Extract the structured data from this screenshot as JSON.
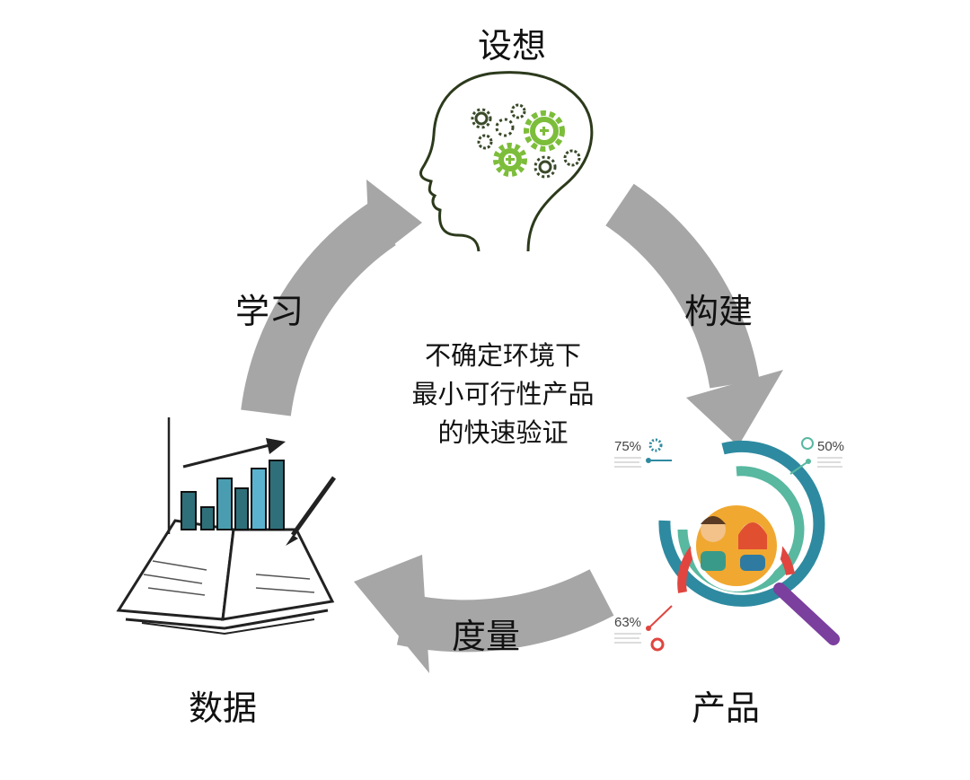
{
  "nodes": {
    "idea": "设想",
    "product": "产品",
    "data": "数据"
  },
  "edges": {
    "build": "构建",
    "measure": "度量",
    "learn": "学习"
  },
  "center": {
    "line1": "不确定环境下",
    "line2": "最小可行性产品",
    "line3": "的快速验证"
  },
  "infographic": {
    "pct_top_left": "75%",
    "pct_top_right": "50%",
    "pct_bottom_left": "63%"
  },
  "colors": {
    "arrow": "#a6a6a6",
    "gear_green": "#7cbd3a",
    "ring_teal": "#2e8aa0",
    "ring_green": "#58b8a0",
    "ring_red": "#e0453f",
    "handle_purple": "#7b3f9e"
  }
}
